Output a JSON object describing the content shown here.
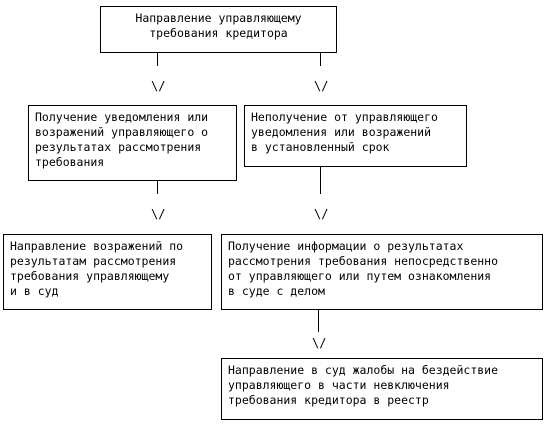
{
  "diagram": {
    "nodes": {
      "top": "Направление управляющему\nтребования кредитора",
      "received": "Получение уведомления или\nвозражений управляющего о\nрезультатах рассмотрения\nтребования",
      "not_received": "Неполучение от управляющего\nуведомления или возражений\nв установленный срок",
      "objections": "Направление возражений по\nрезультатам рассмотрения\nтребования управляющему\nи в суд",
      "get_info": "Получение информации о результатах\nрассмотрения требования непосредственно\nот управляющего или путем ознакомления\nв суде с делом",
      "complaint": "Направление в суд жалобы на бездействие\nуправляющего в части невключения\nтребования кредитора в реестр"
    },
    "arrow_glyph": "\\/"
  }
}
